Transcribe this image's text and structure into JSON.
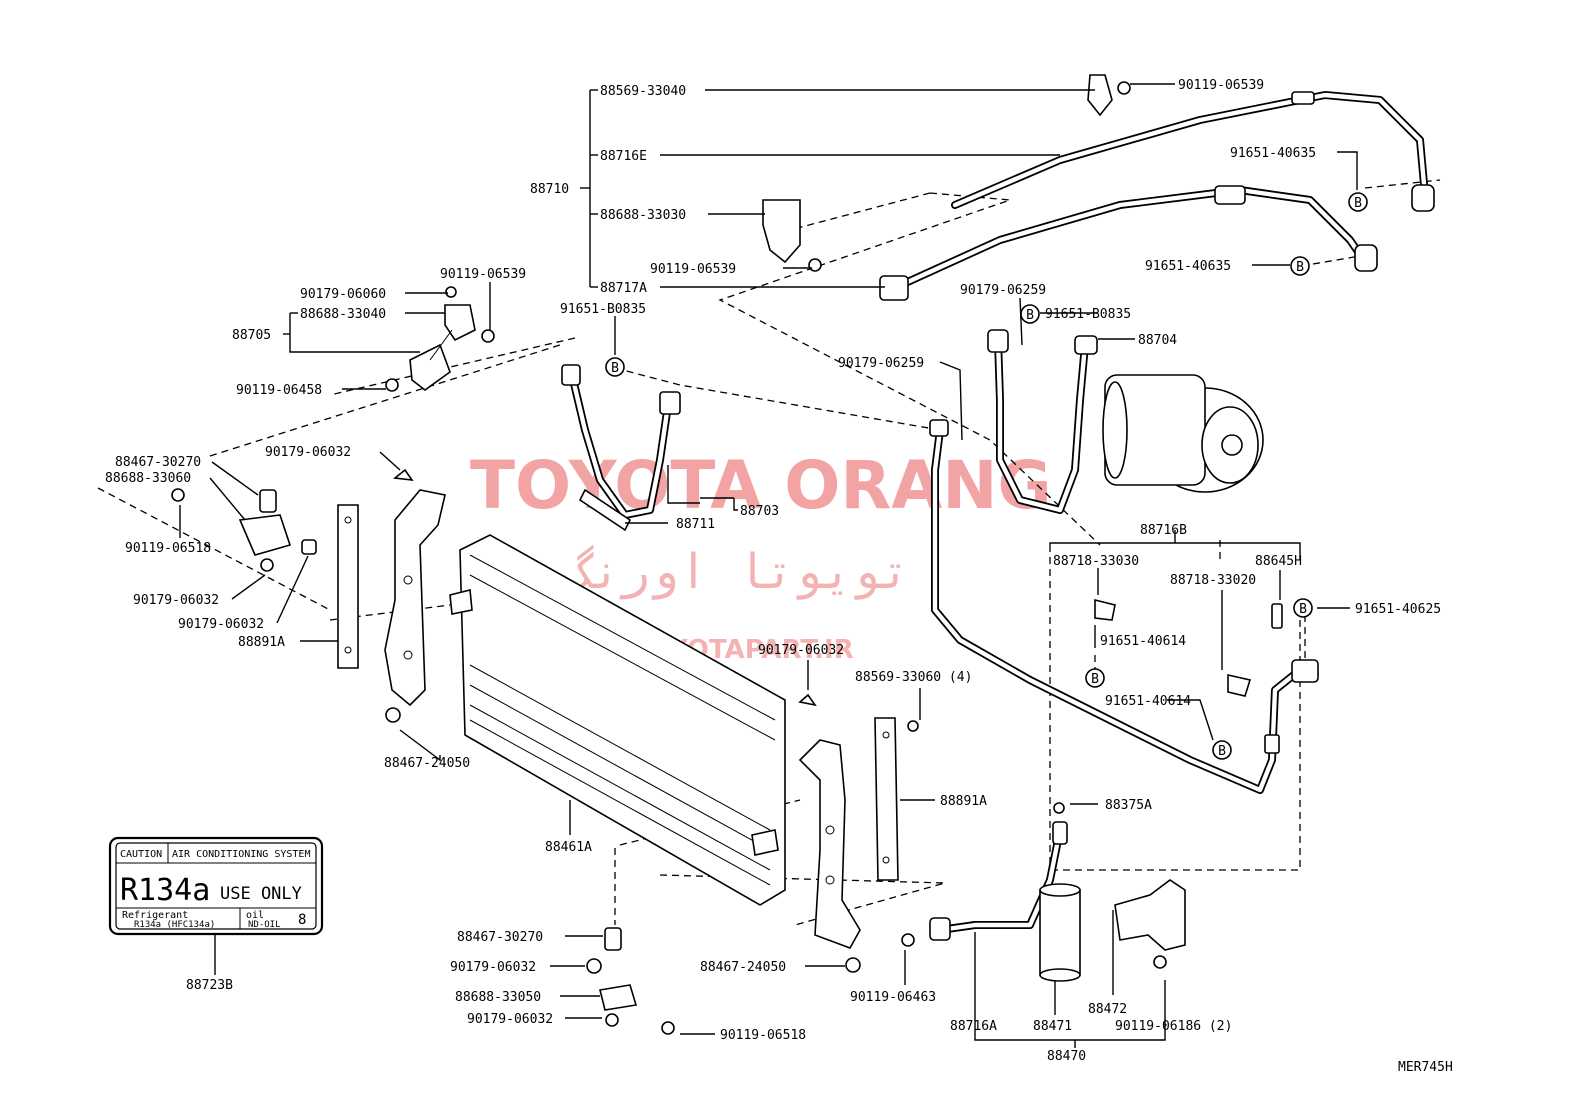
{
  "watermark": {
    "title": "TOYOTA ORANG",
    "persian": "تویوتا اورنگ",
    "site": "TOYOTAPART.IR",
    "color": "#f2a3a3"
  },
  "labels": {
    "p1": "88569-33040",
    "p2": "90119-06539",
    "p3": "88716E",
    "p4": "88710",
    "p5": "91651-40635",
    "p6": "88688-33030",
    "p7": "90119-06539",
    "p8": "91651-40635",
    "p9": "88717A",
    "p10": "90179-06259",
    "p11": "91651-B0835",
    "p12": "88704",
    "p13": "90119-06539",
    "p14": "90179-06060",
    "p15": "88688-33040",
    "p16": "88705",
    "p17": "91651-B0835",
    "p18": "90119-06458",
    "p19": "90179-06259",
    "p20": "88467-30270",
    "p21": "90179-06032",
    "p22": "88688-33060",
    "p23": "90119-06518",
    "p24": "88703",
    "p25": "88711",
    "p26": "90179-06032",
    "p27": "90179-06032",
    "p28": "88891A",
    "p29": "88716B",
    "p30": "88718-33030",
    "p31": "88645H",
    "p32": "88718-33020",
    "p33": "91651-40625",
    "p34": "91651-40614",
    "p35": "90179-06032",
    "p36": "88569-33060 (4)",
    "p37": "91651-40614",
    "p38": "88467-24050",
    "p39": "88891A",
    "p40": "88375A",
    "p41": "88461A",
    "p42": "88467-30270",
    "p43": "90179-06032",
    "p44": "88467-24050",
    "p45": "88688-33050",
    "p46": "90119-06463",
    "p47": "88472",
    "p48": "90179-06032",
    "p49": "90119-06518",
    "p50": "88716A",
    "p51": "88471",
    "p52": "90119-06186 (2)",
    "p53": "88470",
    "p54": "88723B",
    "p55": "MER745H"
  },
  "markers": {
    "b": "B"
  },
  "caution_label": {
    "header_left": "CAUTION",
    "header_right": "AIR CONDITIONING SYSTEM",
    "main": "R134a",
    "use_only": "USE ONLY",
    "refrigerant": "Refrigerant",
    "refrigerant_type": "R134a (HFC134a)",
    "oil": "oil",
    "oil_type": "ND-OIL",
    "oil_number": "8"
  }
}
